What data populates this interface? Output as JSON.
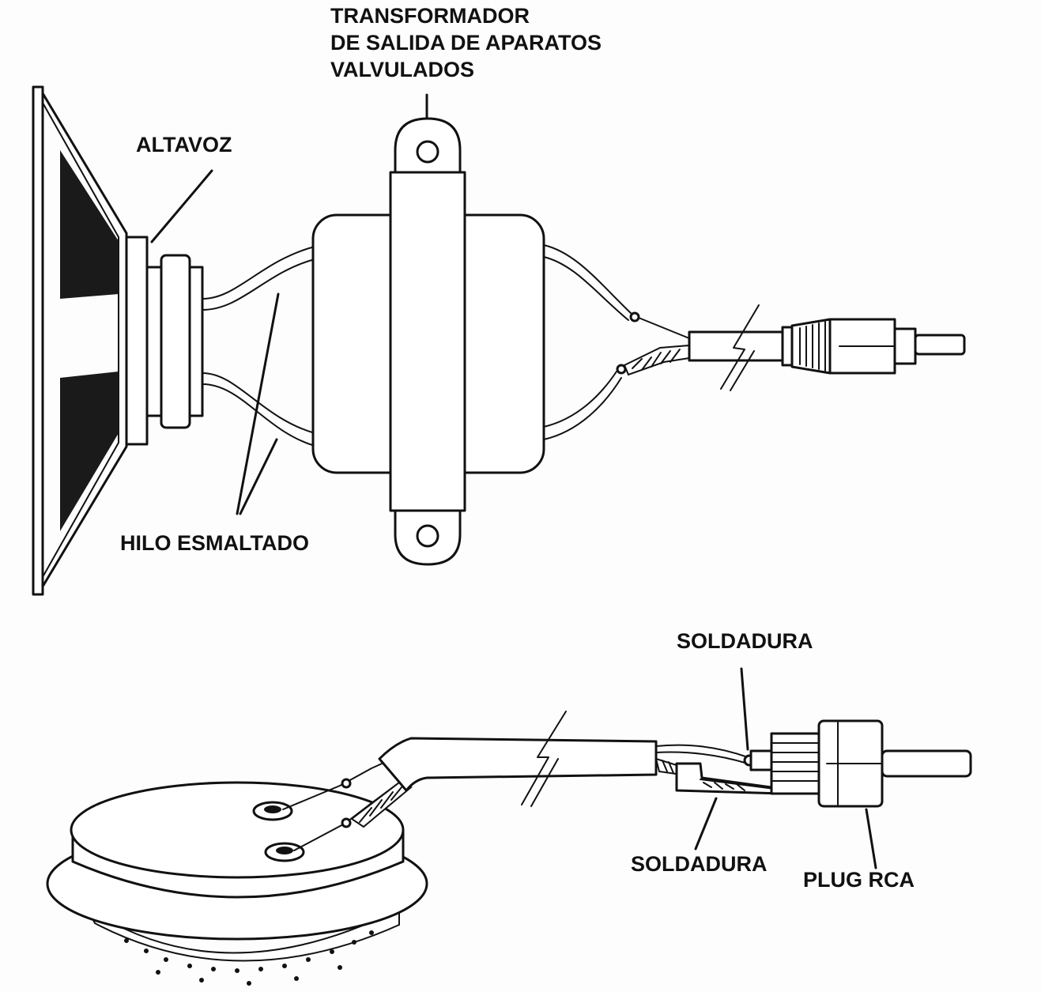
{
  "labels": {
    "transformer_line1": "TRANSFORMADOR",
    "transformer_line2": "DE SALIDA DE APARATOS",
    "transformer_line3": "VALVULADOS",
    "speaker": "ALTAVOZ",
    "enamelled_wire": "HILO ESMALTADO",
    "solder_top": "SOLDADURA",
    "solder_bottom": "SOLDADURA",
    "plug": "PLUG RCA"
  },
  "colors": {
    "ink": "#111111",
    "paper": "#fdfdfd"
  }
}
